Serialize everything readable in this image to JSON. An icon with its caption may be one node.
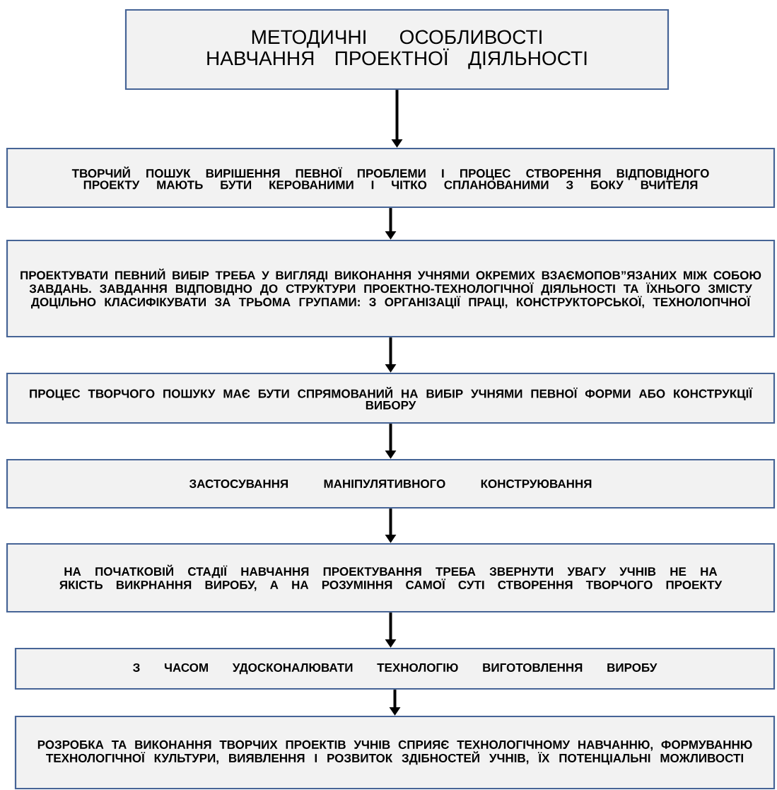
{
  "diagram": {
    "nodes": [
      {
        "text": [
          "МЕТОДИЧНІ ОСОБЛИВОСТІ НАВЧАННЯ ПРОЕКТНОЇ ДІЯЛЬНОСТІ"
        ]
      },
      {
        "text": [
          "ТВОРЧИЙ ПОШУК ВИРІШЕННЯ ПЕВНОЇ ПРОБЛЕМИ І ПРОЦЕС СТВОРЕННЯ ВІДПОВІДНОГО ПРОЕКТУ МАЮТЬ БУТИ КЕРОВАНИМИ І ЧІТКО СПЛАНОВАНИМИ З БОКУ ВЧИТЕЛЯ"
        ]
      },
      {
        "text": [
          "ПРОЕКТУВАТИ ПЕВНИЙ ВИБІР ТРЕБА У ВИГЛЯДІ ВИКОНАННЯ УЧНЯМИ ОКРЕМИХ ВЗАЄМОПОВ”ЯЗАНИХ МІЖ СОБОЮ ЗАВДАНЬ. ЗАВДАННЯ ВІДПОВІДНО ДО СТРУКТУРИ ПРОЕКТНО-ТЕХНОЛОГІЧНОЇ ДІЯЛЬНОСТІ ТА ЇХНЬОГО ЗМІСТУ ДОЦІЛЬНО КЛАСИФІКУВАТИ ЗА ТРЬОМА ГРУПАМИ: З ОРГАНІЗАЦІЇ ПРАЦІ, КОНСТРУКТОРСЬКОЇ, ТЕХНОЛОПЧНОЇ"
        ]
      },
      {
        "text": [
          "ПРОЦЕС ТВОРЧОГО ПОШУКУ МАЄ БУТИ СПРЯМОВАНИЙ НА ВИБІР УЧНЯМИ ПЕВНОЇ ФОРМИ АБО КОНСТРУКЦІЇ ВИБОРУ"
        ]
      },
      {
        "text": [
          "ЗАСТОСУВАННЯ МАНІПУЛЯТИВНОГО КОНСТРУЮВАННЯ"
        ]
      },
      {
        "text": [
          "НА ПОЧАТКОВІЙ СТАДІЇ НАВЧАННЯ ПРОЕКТУВАННЯ ТРЕБА ЗВЕРНУТИ УВАГУ УЧНІВ НЕ НА ЯКІСТЬ ВИКРНАННЯ ВИРОБУ, А НА РОЗУМІННЯ САМОЇ СУТІ СТВОРЕННЯ ТВОРЧОГО ПРОЕКТУ"
        ]
      },
      {
        "text": [
          "З ЧАСОМ УДОСКОНАЛЮВАТИ ТЕХНОЛОГІЮ ВИГОТОВЛЕННЯ ВИРОБУ"
        ]
      },
      {
        "text": [
          "РОЗРОБКА ТА ВИКОНАННЯ ТВОРЧИХ ПРОЕКТІВ УЧНІВ СПРИЯЄ ТЕХНОЛОГІЧНОМУ НАВЧАННЮ, ФОРМУВАННЮ ТЕХНОЛОГІЧНОЇ КУЛЬТУРИ, ВИЯВЛЕННЯ І РОЗВИТОК ЗДІБНОСТЕЙ УЧНІВ, ЇХ ПОТЕНЦІАЛЬНІ МОЖЛИВОСТІ"
        ]
      }
    ],
    "edges": [
      {
        "from": 0,
        "to": 1,
        "arrow": "to"
      },
      {
        "from": 1,
        "to": 2,
        "arrow": "to"
      },
      {
        "from": 2,
        "to": 3,
        "arrow": "to"
      },
      {
        "from": 3,
        "to": 4,
        "arrow": "to"
      },
      {
        "from": 4,
        "to": 5,
        "arrow": "to"
      },
      {
        "from": 5,
        "to": 6,
        "arrow": "to"
      },
      {
        "from": 6,
        "to": 7,
        "arrow": "to"
      }
    ]
  }
}
